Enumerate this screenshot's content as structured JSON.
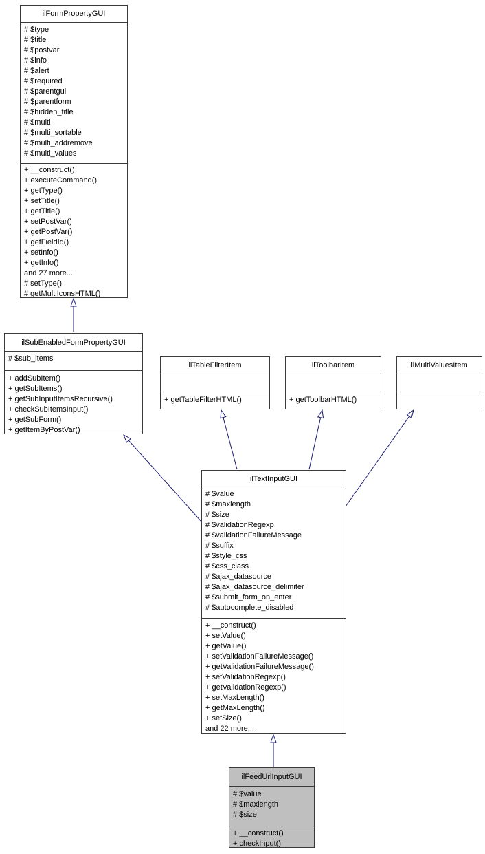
{
  "colors": {
    "arrow": "#191970",
    "box_border": "#3a3a3a",
    "box_fill": "#ffffff",
    "highlight_fill": "#bfbfbf",
    "text": "#000000"
  },
  "classes": {
    "ilFormPropertyGUI": {
      "title": "ilFormPropertyGUI",
      "attributes": [
        "# $type",
        "# $title",
        "# $postvar",
        "# $info",
        "# $alert",
        "# $required",
        "# $parentgui",
        "# $parentform",
        "# $hidden_title",
        "# $multi",
        "# $multi_sortable",
        "# $multi_addremove",
        "# $multi_values"
      ],
      "methods": [
        "+ __construct()",
        "+ executeCommand()",
        "+ getType()",
        "+ setTitle()",
        "+ getTitle()",
        "+ setPostVar()",
        "+ getPostVar()",
        "+ getFieldId()",
        "+ setInfo()",
        "+ getInfo()",
        "and 27 more...",
        "# setType()",
        "# getMultiIconsHTML()"
      ]
    },
    "ilSubEnabledFormPropertyGUI": {
      "title": "ilSubEnabledFormPropertyGUI",
      "attributes": [
        "# $sub_items"
      ],
      "methods": [
        "+ addSubItem()",
        "+ getSubItems()",
        "+ getSubInputItemsRecursive()",
        "+ checkSubItemsInput()",
        "+ getSubForm()",
        "+ getItemByPostVar()"
      ]
    },
    "ilTableFilterItem": {
      "title": "ilTableFilterItem",
      "attributes": [],
      "methods": [
        "+ getTableFilterHTML()"
      ]
    },
    "ilToolbarItem": {
      "title": "ilToolbarItem",
      "attributes": [],
      "methods": [
        "+ getToolbarHTML()"
      ]
    },
    "ilMultiValuesItem": {
      "title": "ilMultiValuesItem",
      "attributes": [],
      "methods": []
    },
    "ilTextInputGUI": {
      "title": "ilTextInputGUI",
      "attributes": [
        "# $value",
        "# $maxlength",
        "# $size",
        "# $validationRegexp",
        "# $validationFailureMessage",
        "# $suffix",
        "# $style_css",
        "# $css_class",
        "# $ajax_datasource",
        "# $ajax_datasource_delimiter",
        "# $submit_form_on_enter",
        "# $autocomplete_disabled"
      ],
      "methods": [
        "+ __construct()",
        "+ setValue()",
        "+ getValue()",
        "+ setValidationFailureMessage()",
        "+ getValidationFailureMessage()",
        "+ setValidationRegexp()",
        "+ getValidationRegexp()",
        "+ setMaxLength()",
        "+ getMaxLength()",
        "+ setSize()",
        "and 22 more..."
      ]
    },
    "ilFeedUrlInputGUI": {
      "title": "ilFeedUrlInputGUI",
      "attributes": [
        "# $value",
        "# $maxlength",
        "# $size"
      ],
      "methods": [
        "+ __construct()",
        "+ checkInput()"
      ]
    }
  },
  "inheritance": [
    {
      "child": "ilSubEnabledFormPropertyGUI",
      "parent": "ilFormPropertyGUI"
    },
    {
      "child": "ilTextInputGUI",
      "parent": "ilSubEnabledFormPropertyGUI"
    },
    {
      "child": "ilTextInputGUI",
      "parent": "ilTableFilterItem"
    },
    {
      "child": "ilTextInputGUI",
      "parent": "ilToolbarItem"
    },
    {
      "child": "ilTextInputGUI",
      "parent": "ilMultiValuesItem"
    },
    {
      "child": "ilFeedUrlInputGUI",
      "parent": "ilTextInputGUI"
    }
  ]
}
